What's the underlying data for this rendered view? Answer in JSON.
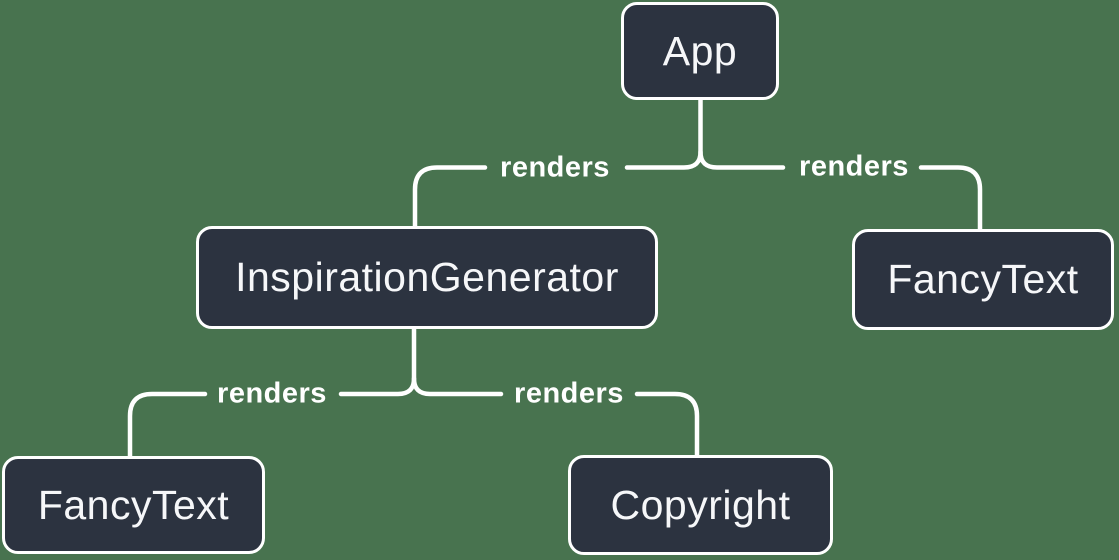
{
  "diagram": {
    "description": "React render tree diagram",
    "background_color": "#48734f"
  },
  "colors": {
    "canvas_bg": "#48734f",
    "node_fill": "#2c3340",
    "node_border": "#ffffff",
    "node_text": "#f6f7f9",
    "line": "#ffffff"
  },
  "nodes": [
    {
      "id": "app",
      "label": "App"
    },
    {
      "id": "inspiration-generator",
      "label": "InspirationGenerator"
    },
    {
      "id": "fancy-text-top",
      "label": "FancyText"
    },
    {
      "id": "fancy-text-bottom",
      "label": "FancyText"
    },
    {
      "id": "copyright",
      "label": "Copyright"
    }
  ],
  "edges": [
    {
      "from": "App",
      "to": "InspirationGenerator",
      "label": "renders"
    },
    {
      "from": "App",
      "to": "FancyText",
      "label": "renders"
    },
    {
      "from": "InspirationGenerator",
      "to": "FancyText",
      "label": "renders"
    },
    {
      "from": "InspirationGenerator",
      "to": "Copyright",
      "label": "renders"
    }
  ]
}
